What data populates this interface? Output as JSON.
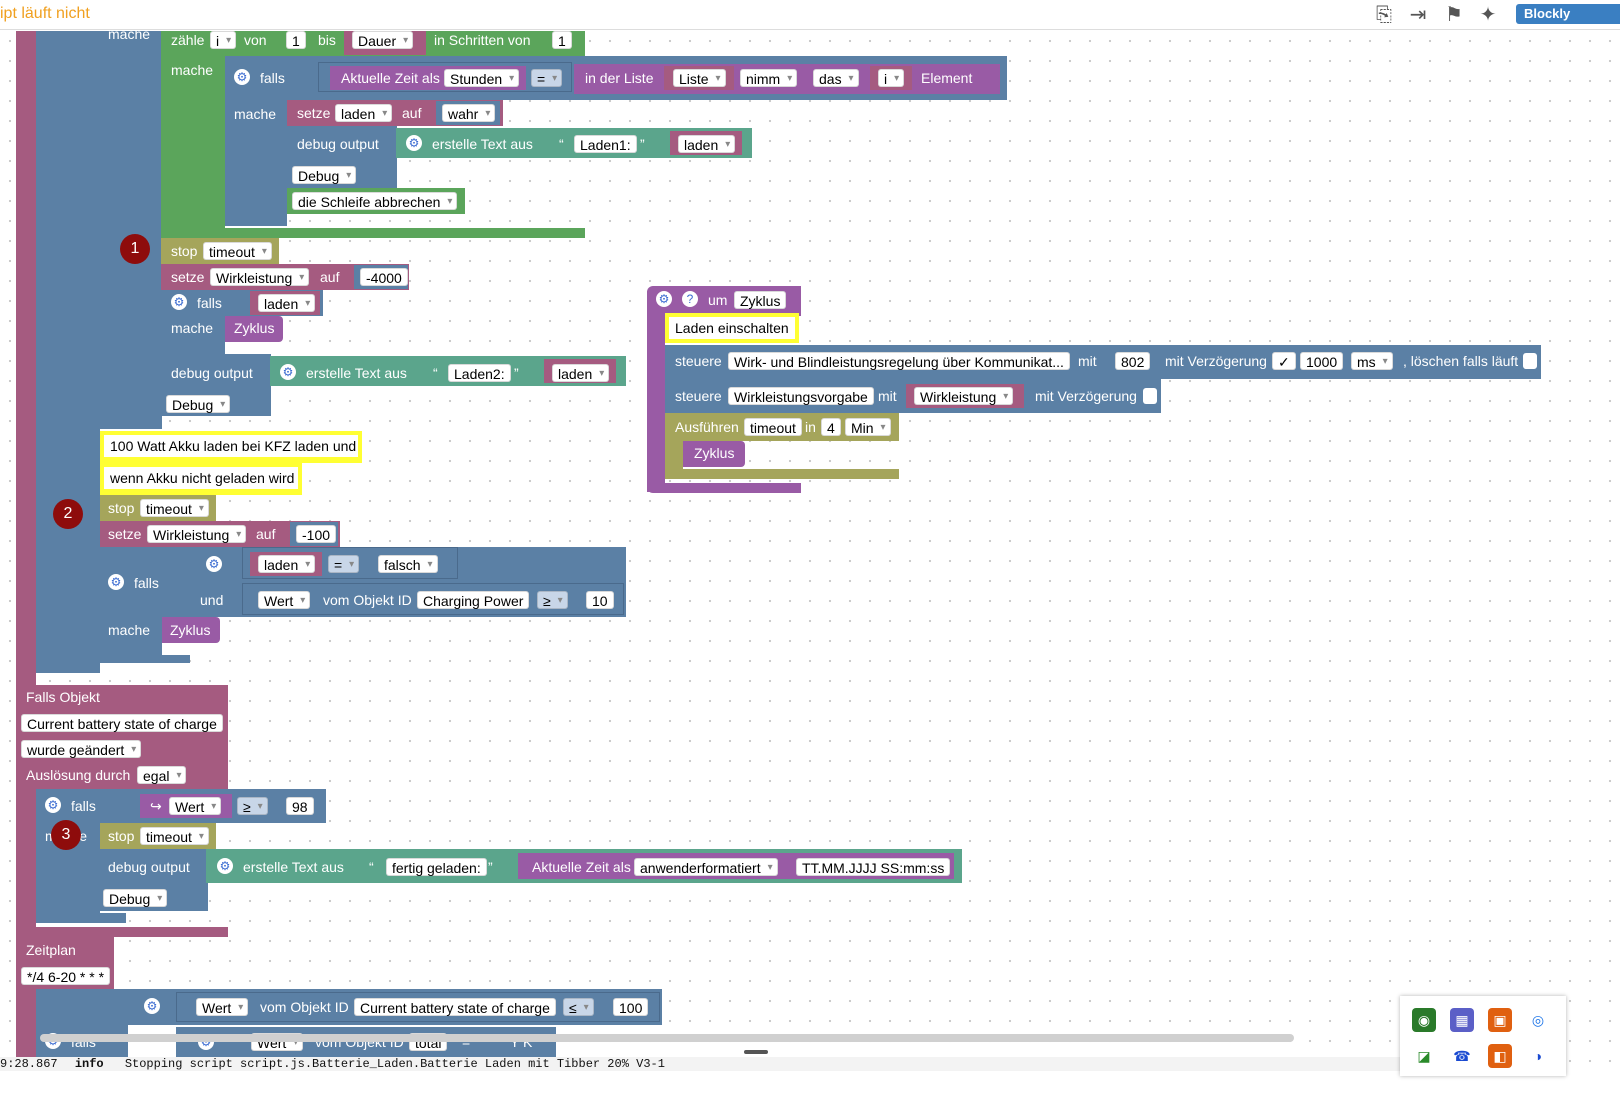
{
  "topbar": {
    "status": "ipt läuft nicht",
    "blockly_label": "Blockly",
    "icons": [
      "export-icon",
      "import-icon",
      "checkered-flag-icon",
      "sparkle-icon"
    ]
  },
  "colors": {
    "logic": "#5b80a5",
    "loop": "#5ba55b",
    "var": "#a55b80",
    "text": "#5ba58c",
    "func": "#995ba5",
    "timer": "#a5a55b",
    "comment": "#ffff33",
    "marker": "#8e0c0c"
  },
  "loop": {
    "do": "mache",
    "count": "zähle",
    "var": "i",
    "from_kw": "von",
    "from": "1",
    "to_kw": "bis",
    "to": "Dauer",
    "step_kw": "in Schritten von",
    "step": "1",
    "do2": "mache"
  },
  "if1": {
    "kw": "falls",
    "time": "Aktuelle Zeit als",
    "unit": "Stunden",
    "op": "=",
    "inlist": "in der Liste",
    "list": "Liste",
    "take": "nimm",
    "mode": "das",
    "idx": "i",
    "elem": "Element",
    "do": "mache"
  },
  "set1": {
    "kw": "setze",
    "var": "laden",
    "to": "auf",
    "val": "wahr"
  },
  "dbg1": {
    "kw": "debug output",
    "create": "erstelle Text aus",
    "quote": "Laden1:",
    "var": "laden",
    "level": "Debug"
  },
  "brk": {
    "label": "die Schleife abbrechen"
  },
  "stop1": {
    "kw": "stop",
    "timer": "timeout"
  },
  "set2": {
    "kw": "setze",
    "var": "Wirkleistung",
    "to": "auf",
    "val": "-4000"
  },
  "if2": {
    "kw": "falls",
    "cond": "laden",
    "do": "mache",
    "call": "Zyklus"
  },
  "dbg2": {
    "kw": "debug output",
    "create": "erstelle Text aus",
    "quote": "Laden2:",
    "var": "laden",
    "level": "Debug"
  },
  "comment1": {
    "line1": "100 Watt Akku laden bei KFZ laden und",
    "line2": "wenn Akku nicht geladen wird"
  },
  "stop2": {
    "kw": "stop",
    "timer": "timeout"
  },
  "set3": {
    "kw": "setze",
    "var": "Wirkleistung",
    "to": "auf",
    "val": "-100"
  },
  "if3": {
    "kw": "falls",
    "a": "laden",
    "op": "=",
    "b": "falsch",
    "and": "und",
    "val": "Wert",
    "obj": "vom Objekt ID",
    "id": "Charging Power",
    "cmp": "≥",
    "num": "10",
    "do": "mache",
    "call": "Zyklus"
  },
  "func": {
    "kw": "um",
    "name": "Zyklus",
    "comment": "Laden einschalten",
    "ctl1": {
      "kw": "steuere",
      "target": "Wirk- und Blindleistungsregelung über Kommunikat...",
      "with": "mit",
      "val": "802",
      "delay": "mit Verzögerung",
      "check": "✓",
      "ms": "1000",
      "unit": "ms",
      "clear": ", löschen falls läuft"
    },
    "ctl2": {
      "kw": "steuere",
      "target": "Wirkleistungsvorgabe",
      "with": "mit",
      "var": "Wirkleistung",
      "delay": "mit Verzögerung"
    },
    "run": {
      "kw": "Ausführen",
      "timer": "timeout",
      "in": "in",
      "n": "4",
      "unit": "Min",
      "call": "Zyklus"
    }
  },
  "trigger": {
    "title": "Falls Objekt",
    "obj": "Current battery state of charge",
    "changed": "wurde geändert",
    "by": "Auslösung durch",
    "any": "egal",
    "if_kw": "falls",
    "val": "Wert",
    "cmp": "≥",
    "num": "98",
    "do": "mache",
    "stop": "stop",
    "timer": "timeout",
    "dbg": "debug output",
    "create": "erstelle Text aus",
    "quote": "fertig geladen:",
    "time": "Aktuelle Zeit als",
    "fmt": "anwenderformatiert",
    "pattern": "TT.MM.JJJJ SS:mm:ss",
    "level": "Debug"
  },
  "schedule": {
    "title": "Zeitplan",
    "cron": "*/4 6-20 * * *",
    "if_kw": "falls",
    "val": "Wert",
    "obj": "vom Objekt ID",
    "id": "Current battery state of charge",
    "cmp": "≤",
    "num": "100",
    "val2": "Wert",
    "obj2": "vom Objekt ID",
    "id2": "total",
    "op2": "=",
    "v2": "Y K"
  },
  "markers": [
    "1",
    "2",
    "3"
  ],
  "log": {
    "time": "9:28.867",
    "level": "info",
    "msg": "Stopping script script.js.Batterie_Laden.Batterie Laden mit Tibber 20% V3-1"
  }
}
